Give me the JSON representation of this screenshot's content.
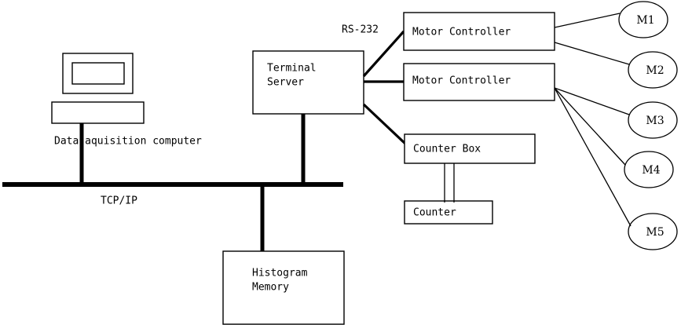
{
  "diagram": {
    "title": "Data acquisition system block diagram",
    "background_color": "#ffffff",
    "stroke_color": "#000000",
    "nodes": {
      "data_acquisition_computer": {
        "label": "Data aquisition computer",
        "monitor_icon": "monitor-icon",
        "base_icon": "computer-base-icon"
      },
      "terminal_server": {
        "line1": "Terminal",
        "line2": "Server"
      },
      "motor_controller_1": {
        "label": "Motor Controller"
      },
      "motor_controller_2": {
        "label": "Motor Controller"
      },
      "counter_box": {
        "label": "Counter Box"
      },
      "counter": {
        "label": "Counter"
      },
      "histogram_memory": {
        "line1": "Histogram",
        "line2": "Memory"
      },
      "motors": [
        {
          "label": "M1"
        },
        {
          "label": "M2"
        },
        {
          "label": "M3"
        },
        {
          "label": "M4"
        },
        {
          "label": "M5"
        }
      ]
    },
    "link_labels": {
      "network_bus": "TCP/IP",
      "serial_link": "RS-232"
    }
  }
}
